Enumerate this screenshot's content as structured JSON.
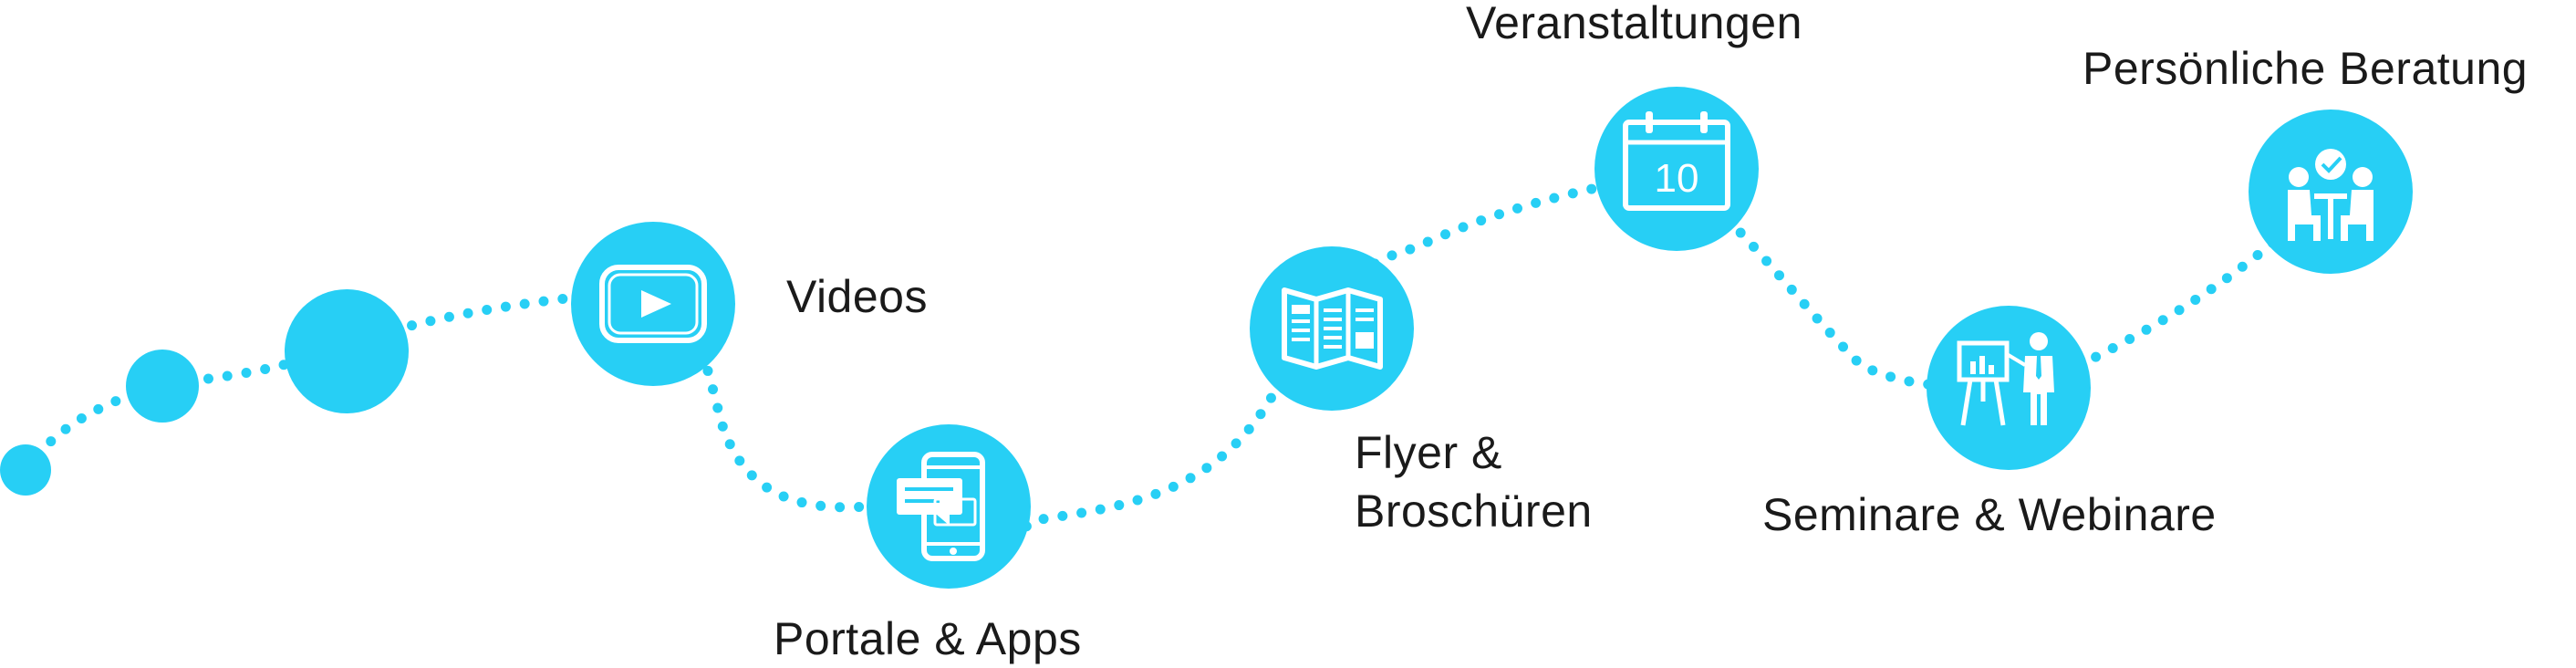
{
  "colors": {
    "accent": "#27cff5",
    "icon": "#ffffff",
    "text": "#1a1a1a"
  },
  "nodes": [
    {
      "id": "videos",
      "icon": "play-video-icon",
      "label": [
        "Videos"
      ]
    },
    {
      "id": "portale",
      "icon": "smartphone-chat-icon",
      "label": [
        "Portale & Apps"
      ]
    },
    {
      "id": "flyer",
      "icon": "brochure-icon",
      "label": [
        "Flyer &",
        "Broschüren"
      ]
    },
    {
      "id": "veranstaltungen",
      "icon": "calendar-icon",
      "label": [
        "Veranstaltungen"
      ],
      "calendar_day": "10"
    },
    {
      "id": "seminare",
      "icon": "presentation-icon",
      "label": [
        "Seminare & Webinare"
      ]
    },
    {
      "id": "beratung",
      "icon": "consultation-icon",
      "label": [
        "Persönliche Beratung"
      ]
    }
  ]
}
